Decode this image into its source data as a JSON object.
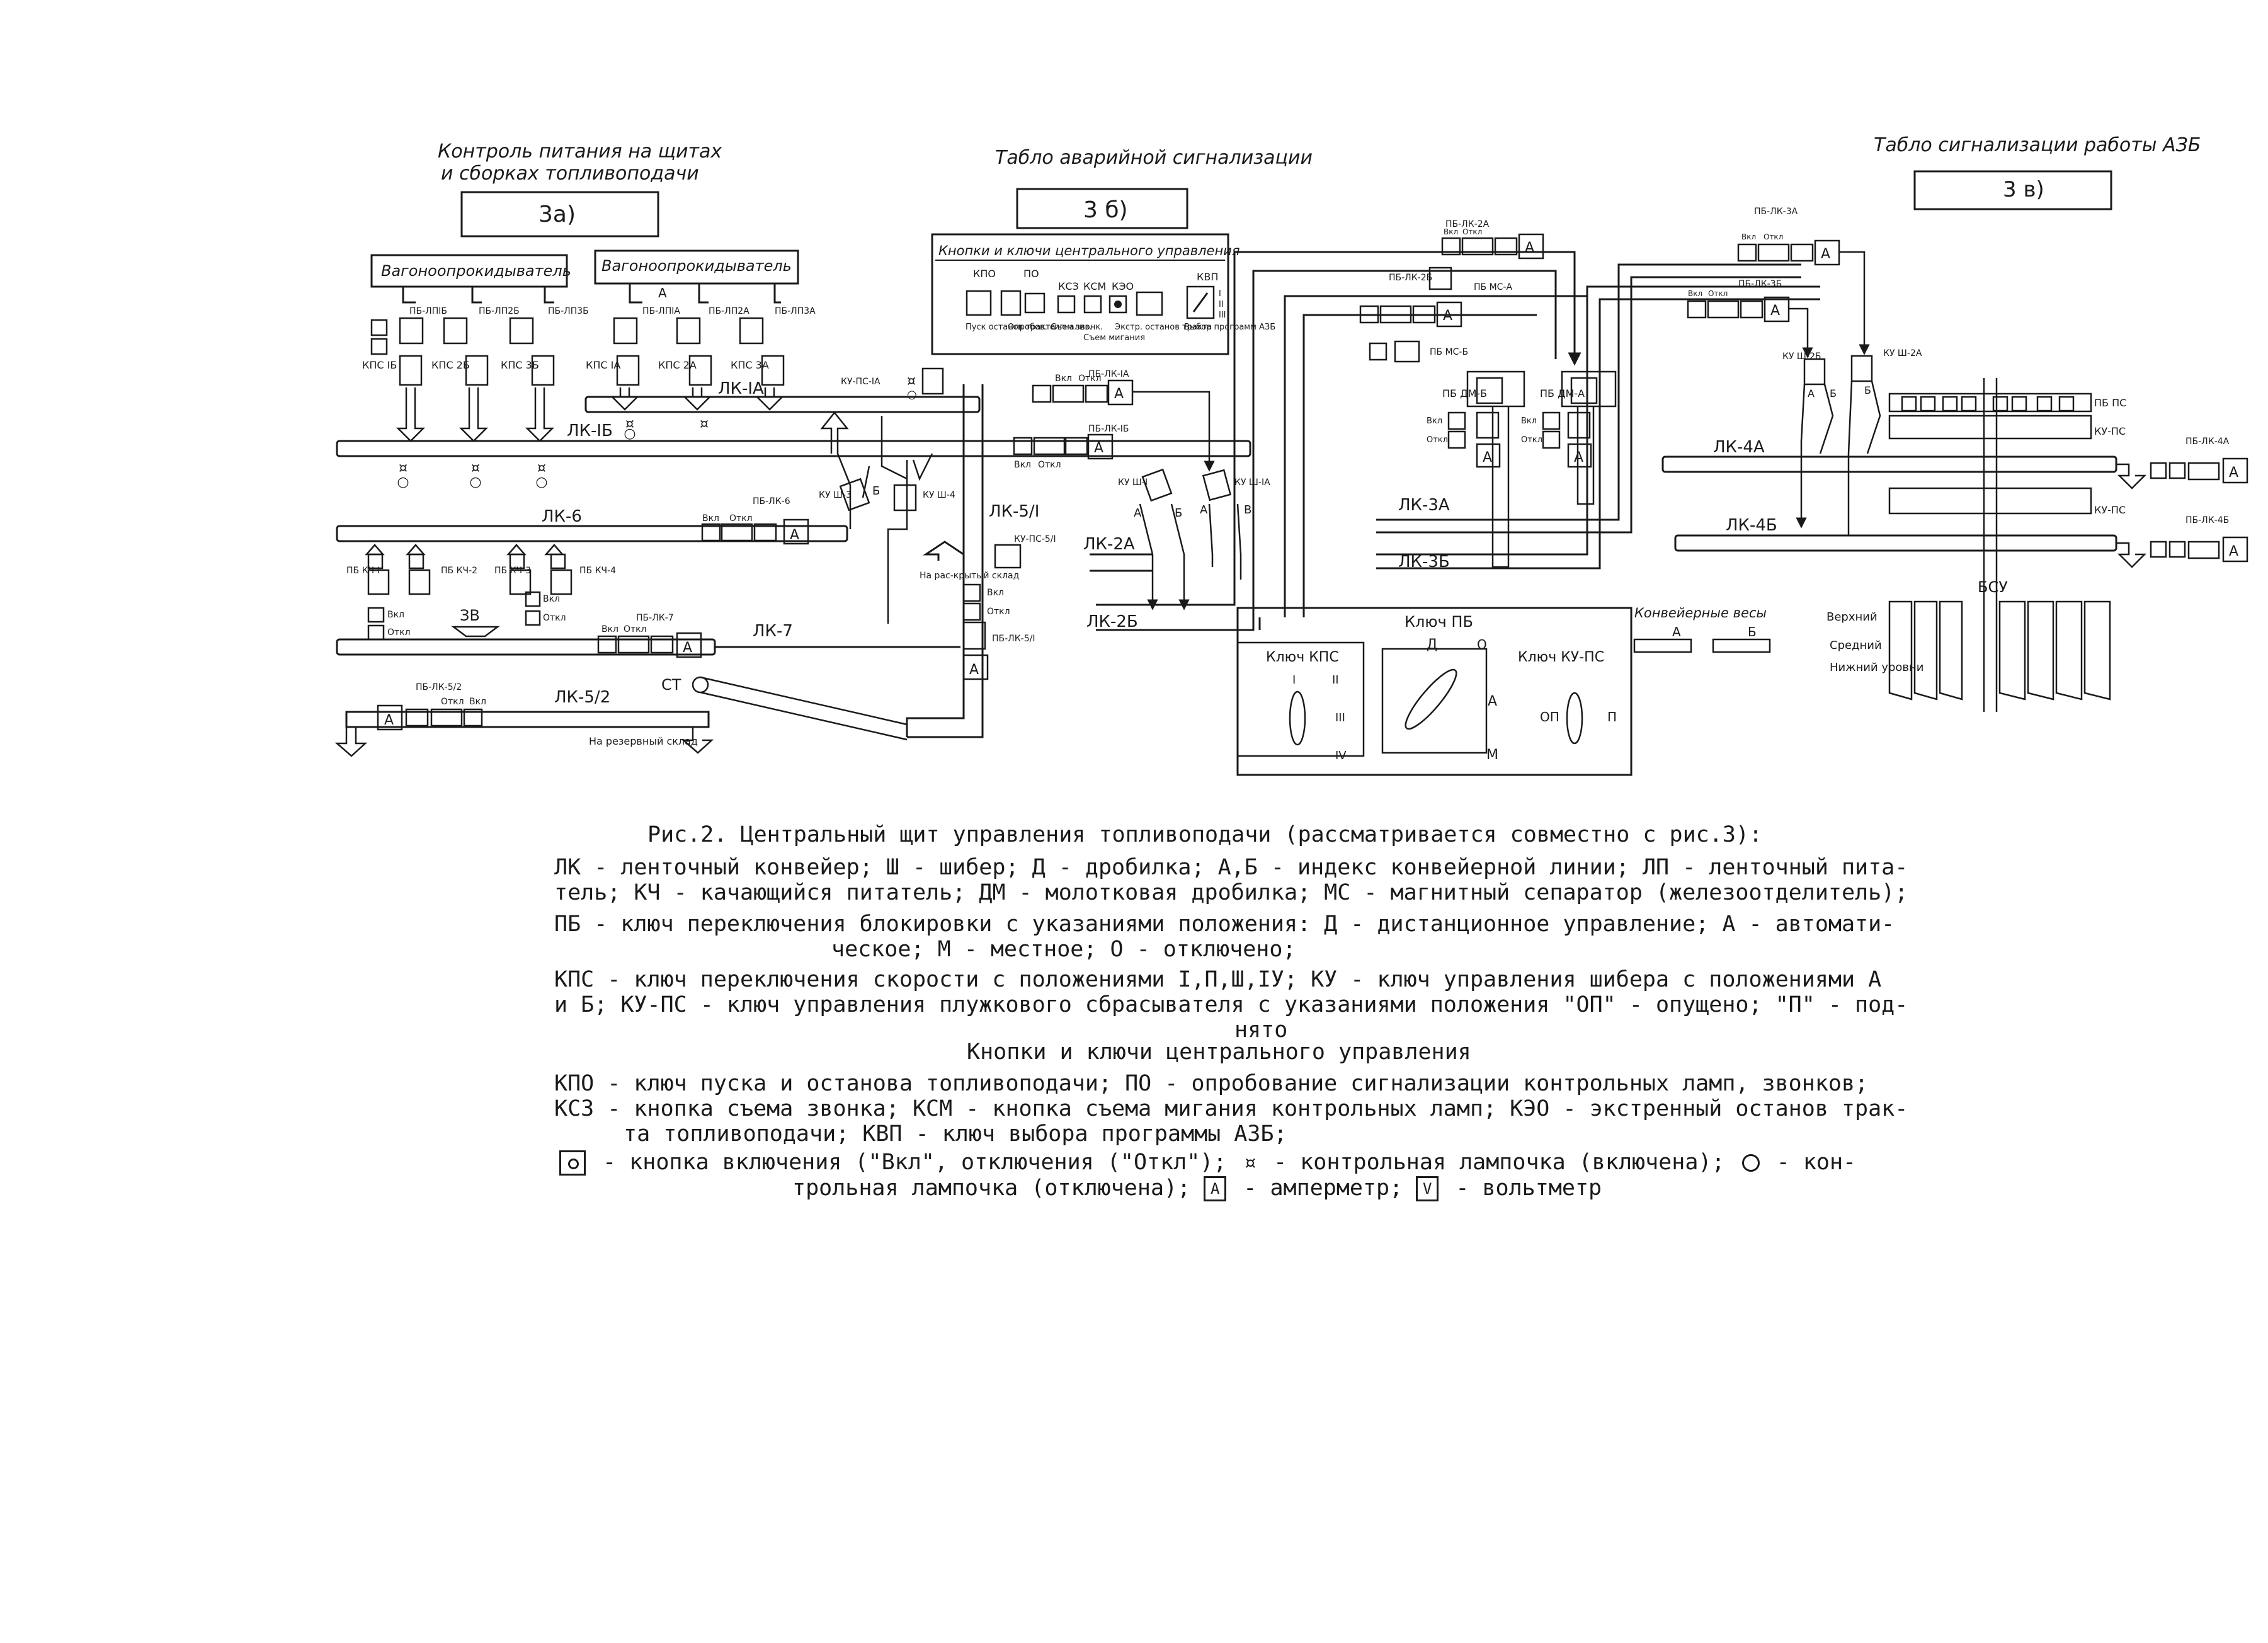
{
  "titles": {
    "left": [
      "Контроль питания на щитах",
      "и сборках топливоподачи"
    ],
    "left_box": "3а)",
    "middle": "Табло аварийной сигнализации",
    "middle_box": "3 б)",
    "right": "Табло сигнализации работы АЗБ",
    "right_box": "3 в)"
  },
  "panel_central": {
    "title": "Кнопки и ключи центрального управления",
    "top_labels": [
      "КПО",
      "ПО",
      "КСЗ",
      "КСМ",
      "КЭО",
      "КВП"
    ],
    "sub_labels": [
      "Пуск останов тракта",
      "Опробов. сигнализ.",
      "Съем звонк.",
      "Съем мигания",
      "Экстр. останов тракта",
      "Выбор программ АЗБ"
    ],
    "roman": [
      "I",
      "II",
      "III"
    ]
  },
  "tipplers": [
    "Вагоноопрокидыватель",
    "Вагоноопрокидыватель"
  ],
  "tippler_index": "А",
  "pb_top": [
    "ПБ-ЛПIБ",
    "ПБ-ЛП2Б",
    "ПБ-ЛП3Б",
    "ПБ-ЛПIА",
    "ПБ-ЛП2А",
    "ПБ-ЛП3А"
  ],
  "kps_left": [
    "КПС IБ",
    "КПС 2Б",
    "КПС 3Б",
    "КПС IА",
    "КПС 2А",
    "КПС 3А"
  ],
  "buttons": {
    "on": "Вкл",
    "off": "Откл"
  },
  "conveyors": [
    "ЛК-IБ",
    "ЛК-IА",
    "ЛК-6",
    "ЛК-7",
    "ЛК-5/2",
    "ЛК-5/I",
    "ЛК-2А",
    "ЛК-2Б",
    "ЛК-3А",
    "ЛК-3Б",
    "ЛК-4А",
    "ЛК-4Б"
  ],
  "labels": {
    "ku_ps_1a": "КУ-ПС-IА",
    "pb_lk_1a": "ПБ-ЛК-IА",
    "pb_lk_1b": "ПБ-ЛК-IБ",
    "pb_lk_6": "ПБ-ЛК-6",
    "pb_lk_7": "ПБ-ЛК-7",
    "pb_lk_5_2": "ПБ-ЛК-5/2",
    "pb_lk_5_1": "ПБ-ЛК-5/I",
    "ku_ps_5_1": "КУ-ПС-5/I",
    "ku_sh3": "КУ Ш-3",
    "ku_sh4": "КУ Ш-4",
    "ku_sh1": "КУ Ш-I",
    "ku_sh1a": "КУ Ш-IА",
    "to_open_store": "На рас-крытый склад",
    "reserve_store": "На резервный склад",
    "st": "СТ",
    "zv": "ЗВ",
    "pb_kch": [
      "ПБ КЧ-I",
      "ПБ КЧ-2",
      "ПБ КЧ-3",
      "ПБ КЧ-4"
    ],
    "pb_lk_2a": "ПБ-ЛК-2А",
    "pb_lk_2b": "ПБ-ЛК-2Б",
    "pb_ms_a": "ПБ МС-А",
    "pb_ms_b": "ПБ МС-Б",
    "pb_dm_b": "ПБ ДМ-Б",
    "pb_dm_a": "ПБ ДМ-А",
    "pb_lk_3a": "ПБ-ЛК-3А",
    "pb_lk_3b": "ПБ-ЛК-3Б",
    "ku_sh2b": "КУ Ш-2Б",
    "ku_sh2a": "КУ Ш-2А",
    "pb_ps": "ПБ ПС",
    "ku_ps": "КУ-ПС",
    "pb_lk_4a": "ПБ-ЛК-4А",
    "pb_lk_4b": "ПБ-ЛК-4Б",
    "bsu": "БСУ",
    "levels": [
      "Верхний",
      "Средний",
      "Нижний уровни"
    ],
    "a": "А",
    "b": "Б",
    "v": "В"
  },
  "keys_box": {
    "kps_title": "Ключ КПС",
    "kps_positions": [
      "I",
      "II",
      "III",
      "IV"
    ],
    "pb_title": "Ключ ПБ",
    "pb_positions": [
      "Д",
      "О",
      "А",
      "М"
    ],
    "kups_title": "Ключ КУ-ПС",
    "kups_positions": [
      "ОП",
      "П"
    ],
    "scales_title": "Конвейерные весы",
    "scales": [
      "А",
      "Б"
    ]
  },
  "caption": {
    "title": "Рис.2. Центральный щит управления топливоподачи (рассматривается совместно с рис.3):",
    "p1": [
      "ЛК - ленточный конвейер; Ш - шибер; Д - дробилка; А,Б - индекс конвейерной линии; ЛП - ленточный пита-",
      "тель; КЧ - качающийся питатель; ДМ - молотковая дробилка; МС - магнитный сепаратор (железоотделитель);"
    ],
    "p2": [
      "ПБ - ключ переключения блокировки с указаниями положения: Д - дистанционное управление; А - автомати-",
      "ческое; М - местное; О - отключено;"
    ],
    "p3": [
      "КПС - ключ переключения скорости с положениями I,П,Ш,IУ; КУ - ключ управления шибера с положениями А",
      "и Б; КУ-ПС - ключ управления плужкового сбрасывателя с указаниями положения \"ОП\" - опущено; \"П\" - под-",
      "нято"
    ],
    "subtitle": "Кнопки и ключи центрального управления",
    "p4": [
      "КПО - ключ пуска и останова топливоподачи; ПО - опробование сигнализации контрольных ламп, звонков;",
      "КСЗ - кнопка съема звонка; КСМ - кнопка съема мигания контрольных ламп; КЭО - экстренный останов трак-",
      "та топливоподачи; КВП - ключ выбора программы АЗБ;"
    ],
    "legend_1": " - кнопка включения (\"Вкл\", отключения (\"Откл\");",
    "legend_2": " - контрольная лампочка (включена);",
    "legend_3": " - кон-",
    "legend_4": "трольная лампочка (отключена);",
    "legend_5": " - амперметр;",
    "legend_6": " - вольтметр",
    "amp_symbol": "A",
    "volt_symbol": "V"
  }
}
